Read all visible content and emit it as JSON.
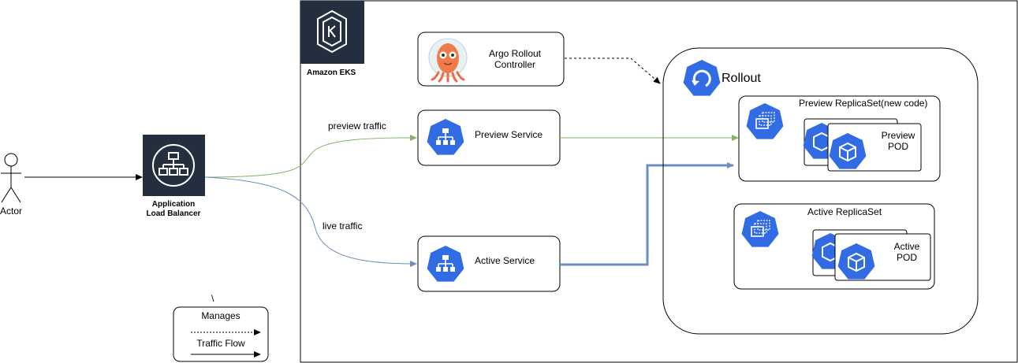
{
  "actor": {
    "label": "Actor"
  },
  "alb": {
    "label_line1": "Application",
    "label_line2": "Load Balancer"
  },
  "eks": {
    "label": "Amazon EKS",
    "icon": "eks-icon"
  },
  "argo": {
    "label_line1": "Argo Rollout",
    "label_line2": "Controller",
    "icon": "argo-octopus-icon"
  },
  "preview_service": {
    "label": "Preview Service",
    "icon": "kubernetes-service-icon"
  },
  "active_service": {
    "label": "Active Service",
    "icon": "kubernetes-service-icon"
  },
  "rollout": {
    "label": "Rollout",
    "icon": "rollout-icon"
  },
  "preview_replicaset": {
    "label": "Preview ReplicaSet(new code)",
    "pod_line1": "Preview",
    "pod_line2": "POD"
  },
  "active_replicaset": {
    "label": "Active ReplicaSet",
    "pod_line1": "Active",
    "pod_line2": "POD"
  },
  "flows": {
    "preview": "preview traffic",
    "live": "live traffic"
  },
  "legend": {
    "stray": "\\",
    "manages": "Manages",
    "traffic_flow": "Traffic Flow"
  },
  "colors": {
    "k8s_blue": "#326CE5",
    "preview_line": "#82B366",
    "live_line": "#6C8EBF",
    "eks_dark": "#232F3E"
  }
}
